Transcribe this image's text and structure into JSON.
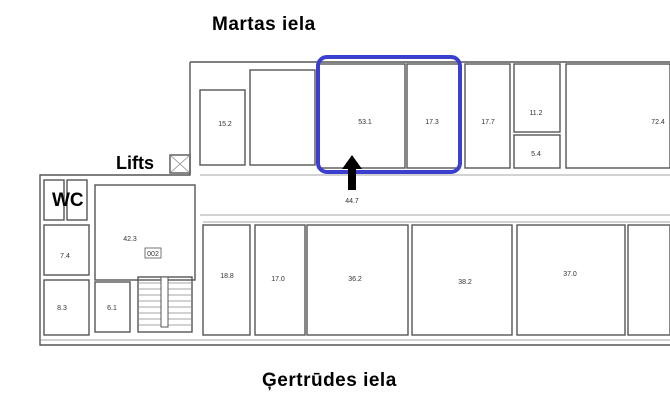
{
  "streets": {
    "north": "Martas iela",
    "south": "Ģertrūdes iela"
  },
  "labels": {
    "lifts": "Lifts",
    "wc": "WC",
    "section": "002"
  },
  "rooms": {
    "top": [
      "15.2",
      "53.1",
      "17.3",
      "17.7",
      "11.2",
      "5.4",
      "72.4"
    ],
    "corridor": "44.7",
    "left": [
      "42.3",
      "7.4",
      "8.3",
      "6.1"
    ],
    "bottom": [
      "18.8",
      "17.0",
      "36.2",
      "38.2",
      "37.0"
    ]
  },
  "highlight": {
    "color": "#3a3fcf",
    "marker": "arrow-up-icon"
  }
}
